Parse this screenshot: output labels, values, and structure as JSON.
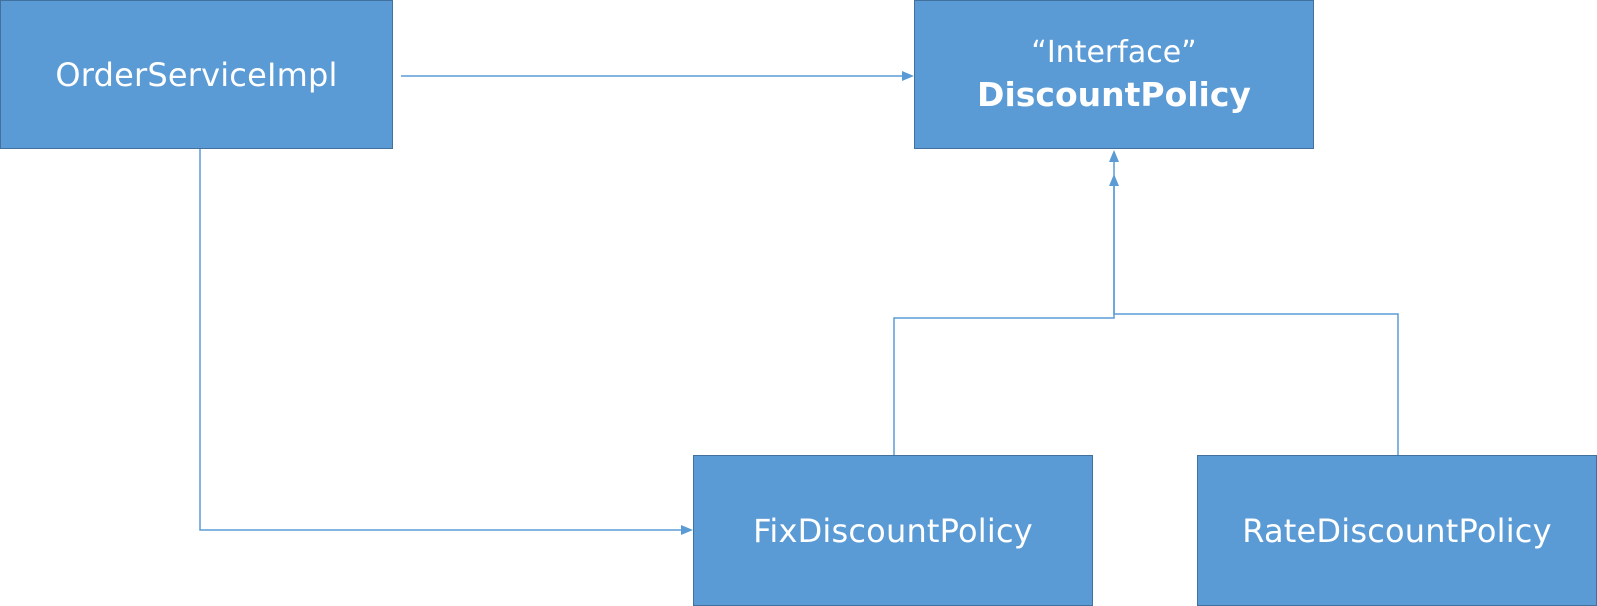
{
  "diagram": {
    "accent_color": "#5b9bd5",
    "border_color": "#41719c",
    "text_color": "#ffffff",
    "nodes": {
      "order_service": {
        "label": "OrderServiceImpl"
      },
      "discount_interface": {
        "stereotype": "“Interface”",
        "name": "DiscountPolicy"
      },
      "fix_discount": {
        "label": "FixDiscountPolicy"
      },
      "rate_discount": {
        "label": "RateDiscountPolicy"
      }
    },
    "edges": [
      {
        "from": "OrderServiceImpl",
        "to": "DiscountPolicy",
        "kind": "association"
      },
      {
        "from": "OrderServiceImpl",
        "to": "FixDiscountPolicy",
        "kind": "association"
      },
      {
        "from": "FixDiscountPolicy",
        "to": "DiscountPolicy",
        "kind": "implementation"
      },
      {
        "from": "RateDiscountPolicy",
        "to": "DiscountPolicy",
        "kind": "implementation"
      }
    ]
  }
}
